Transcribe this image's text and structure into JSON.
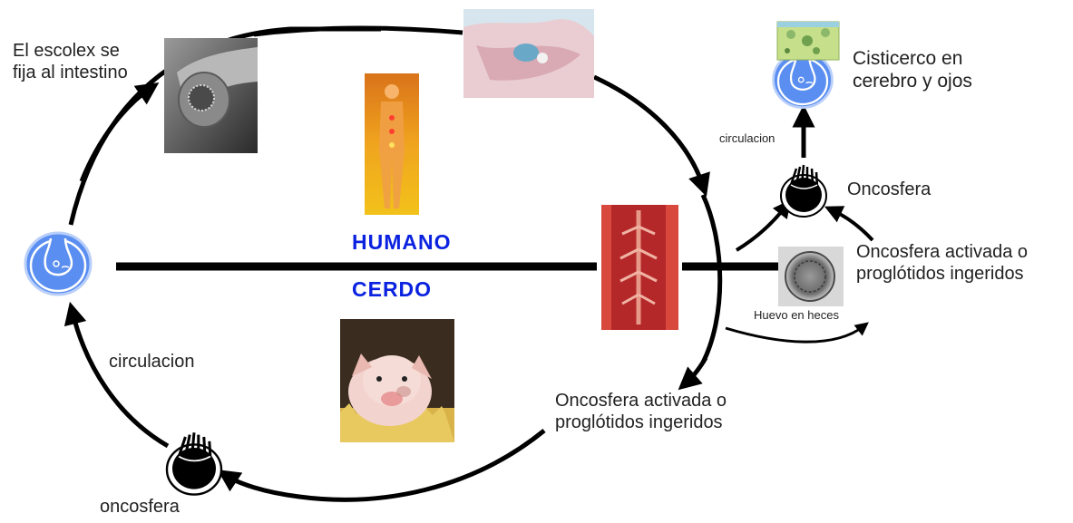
{
  "diagram": {
    "labels": {
      "escolex": [
        "El escolex se",
        "fija al intestino"
      ],
      "cisticerco": [
        "Cisticerco en",
        "cerebro y ojos"
      ],
      "circulacion_top": "circulacion",
      "oncosfera_right": "Oncosfera",
      "oncosfera_activada_right": [
        "Oncosfera activada o",
        "proglótidos ingeridos"
      ],
      "huevo_heces": "Huevo en heces",
      "circulacion_left": "circulacion",
      "oncosfera_activada_bottom": [
        "Oncosfera activada o",
        "proglótidos ingeridos"
      ],
      "oncosfera_bottom": "oncosfera"
    },
    "hosts": {
      "top": "HUMANO",
      "bottom": "CERDO"
    },
    "colors": {
      "host_text": "#0a22e0",
      "cyst": "#5a8ef0",
      "line": "#000000"
    },
    "icons": [
      "cysticercus-icon",
      "scolex-photo-icon",
      "intestine-photo-icon",
      "human-body-icon",
      "tapeworm-photo-icon",
      "pig-photo-icon",
      "egg-photo-icon",
      "brain-tissue-icon",
      "oncosphere-icon"
    ]
  }
}
